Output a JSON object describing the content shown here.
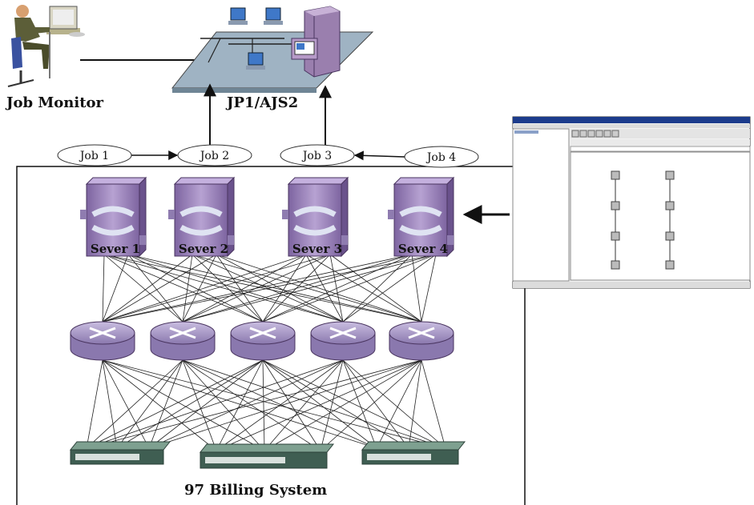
{
  "title": "97 Billing System",
  "monitor": {
    "label": "Job Monitor"
  },
  "scheduler": {
    "label": "JP1/AJS2"
  },
  "jobs": [
    "Job 1",
    "Job 2",
    "Job 3",
    "Job 4"
  ],
  "servers": [
    "Sever 1",
    "Sever 2",
    "Sever 3",
    "Sever 4"
  ],
  "colors": {
    "server": "#9a80b8",
    "router": "#a392c4",
    "switch": "#4f6f62",
    "platform": "#9fb3c3",
    "screen_titlebar": "#1c3c8c"
  },
  "icons": [
    "person-at-computer-icon",
    "workstation-icon",
    "tower-server-icon",
    "server-icon",
    "router-icon",
    "switch-icon",
    "application-window-icon"
  ]
}
